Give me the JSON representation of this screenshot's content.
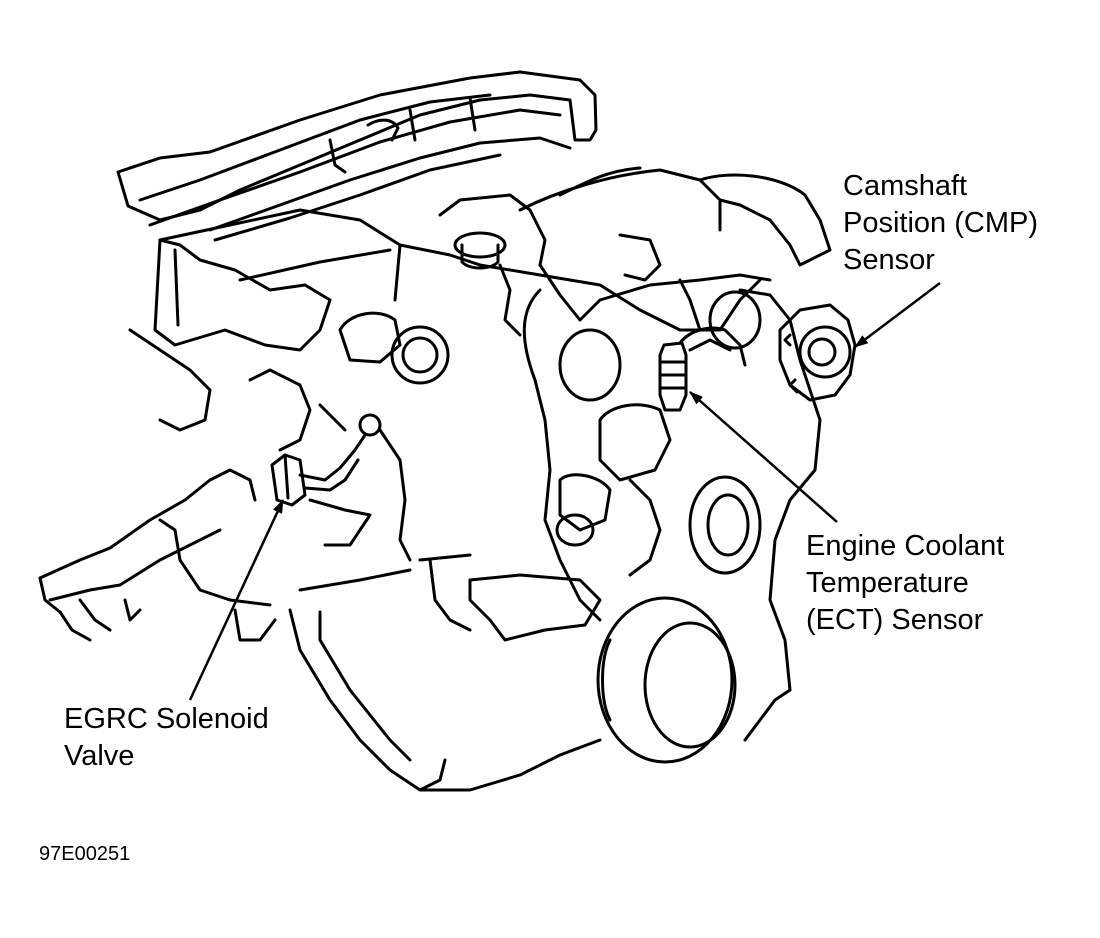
{
  "labels": {
    "cmp_sensor": {
      "lines": [
        "Camshaft",
        "Position (CMP)",
        "Sensor"
      ]
    },
    "ect_sensor": {
      "lines": [
        "Engine Coolant",
        "Temperature",
        "(ECT) Sensor"
      ]
    },
    "egrc_valve": {
      "lines": [
        "EGRC Solenoid",
        "Valve"
      ]
    }
  },
  "figure_id": "97E00251",
  "colors": {
    "line": "#000000",
    "background": "#ffffff"
  }
}
